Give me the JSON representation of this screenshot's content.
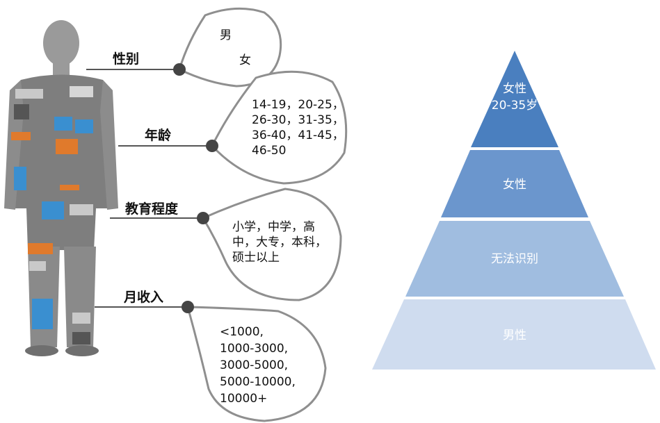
{
  "attributes": [
    {
      "label": "性别",
      "options": [
        "男",
        "女"
      ]
    },
    {
      "label": "年龄",
      "options": [
        "14-19，20-25，",
        "26-30，31-35，",
        "36-40，41-45，",
        "46-50"
      ]
    },
    {
      "label": "教育程度",
      "options": [
        "小学，中学，高",
        "中，大专，本科，",
        "硕士以上"
      ]
    },
    {
      "label": "月收入",
      "options": [
        "<1000,",
        "1000-3000,",
        "3000-5000,",
        "5000-10000,",
        "10000+"
      ]
    }
  ],
  "pyramid": {
    "tiers": [
      {
        "lines": [
          "女性",
          "20-35岁"
        ],
        "color": "#4a7fbf"
      },
      {
        "lines": [
          "女性"
        ],
        "color": "#6b96cd"
      },
      {
        "lines": [
          "无法识别"
        ],
        "color": "#a0bde0"
      },
      {
        "lines": [
          "男性"
        ],
        "color": "#cfdcef"
      }
    ]
  }
}
